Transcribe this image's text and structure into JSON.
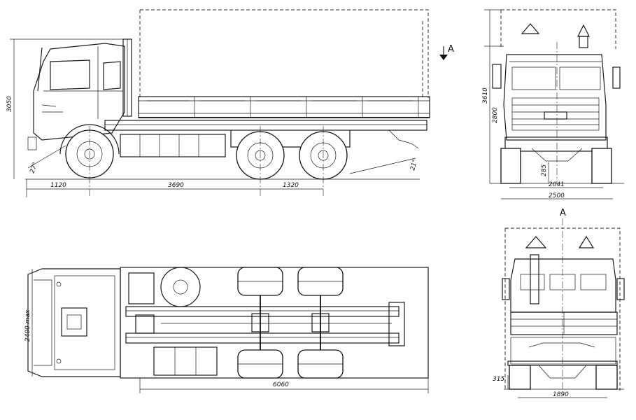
{
  "dimensions": {
    "overall_height_side": "3050",
    "front_overhang": "1120",
    "wheelbase_front": "3690",
    "wheelbase_rear": "1320",
    "approach_angle": "27°",
    "departure_angle": "21°",
    "height_front_view": "3610",
    "cab_height": "2800",
    "ground_clearance": "285",
    "front_track": "2041",
    "overall_width_front": "2500",
    "cab_width_plan": "2400 max",
    "body_length_plan": "6060",
    "rear_clearance": "315",
    "rear_track": "1890"
  },
  "section_marks": {
    "top": "A",
    "bottom": "A"
  },
  "views": [
    "side-view",
    "front-view",
    "plan-view",
    "rear-view"
  ]
}
